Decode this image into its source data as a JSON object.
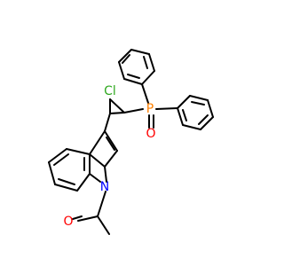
{
  "molecule": {
    "atoms": {
      "chlorine": {
        "label": "Cl",
        "color": "#2fa81f"
      },
      "phosphorus": {
        "label": "P",
        "color": "#ff8000"
      },
      "oxygen_phosphoryl": {
        "label": "O",
        "color": "#ff0000"
      },
      "nitrogen": {
        "label": "N",
        "color": "#0000ff"
      },
      "oxygen_carbonyl": {
        "label": "O",
        "color": "#ff0000"
      }
    }
  }
}
